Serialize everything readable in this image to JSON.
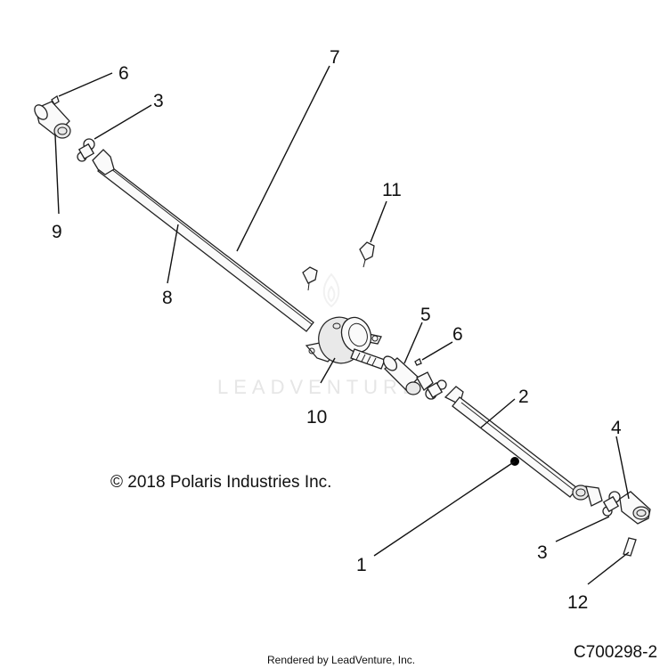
{
  "diagram": {
    "callouts": [
      {
        "id": "6a",
        "label": "6"
      },
      {
        "id": "3a",
        "label": "3"
      },
      {
        "id": "7",
        "label": "7"
      },
      {
        "id": "9",
        "label": "9"
      },
      {
        "id": "11",
        "label": "11"
      },
      {
        "id": "8",
        "label": "8"
      },
      {
        "id": "5",
        "label": "5"
      },
      {
        "id": "6b",
        "label": "6"
      },
      {
        "id": "10",
        "label": "10"
      },
      {
        "id": "2",
        "label": "2"
      },
      {
        "id": "4",
        "label": "4"
      },
      {
        "id": "1",
        "label": "1"
      },
      {
        "id": "3b",
        "label": "3"
      },
      {
        "id": "12",
        "label": "12"
      }
    ],
    "copyright": "© 2018 Polaris Industries Inc.",
    "watermark": "LEADVENTURE",
    "rendered_by": "Rendered by LeadVenture, Inc.",
    "diagram_code": "C700298-2"
  }
}
